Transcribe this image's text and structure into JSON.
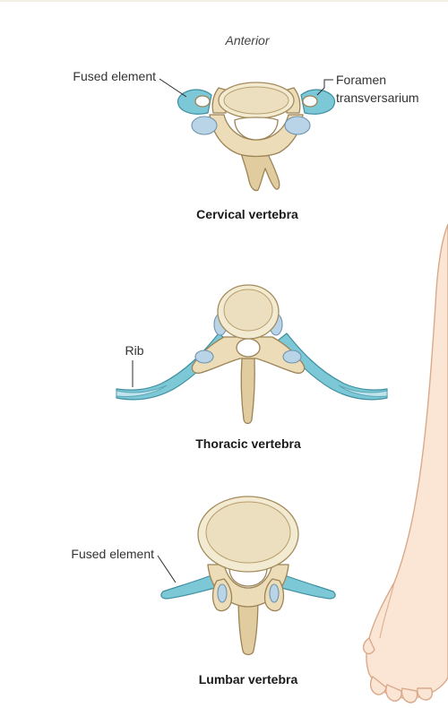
{
  "orientation_label": "Anterior",
  "cervical": {
    "caption": "Cervical vertebra",
    "label_fused": "Fused element",
    "label_foramen_line1": "Foramen",
    "label_foramen_line2": "transversarium"
  },
  "thoracic": {
    "caption": "Thoracic vertebra",
    "label_rib": "Rib"
  },
  "lumbar": {
    "caption": "Lumbar vertebra",
    "label_fused": "Fused element"
  },
  "colors": {
    "bone": "#ecdcb8",
    "costal_element": "#7cc8d6",
    "articular_facet": "#b9d4e6",
    "skin": "#fbe6d6"
  }
}
